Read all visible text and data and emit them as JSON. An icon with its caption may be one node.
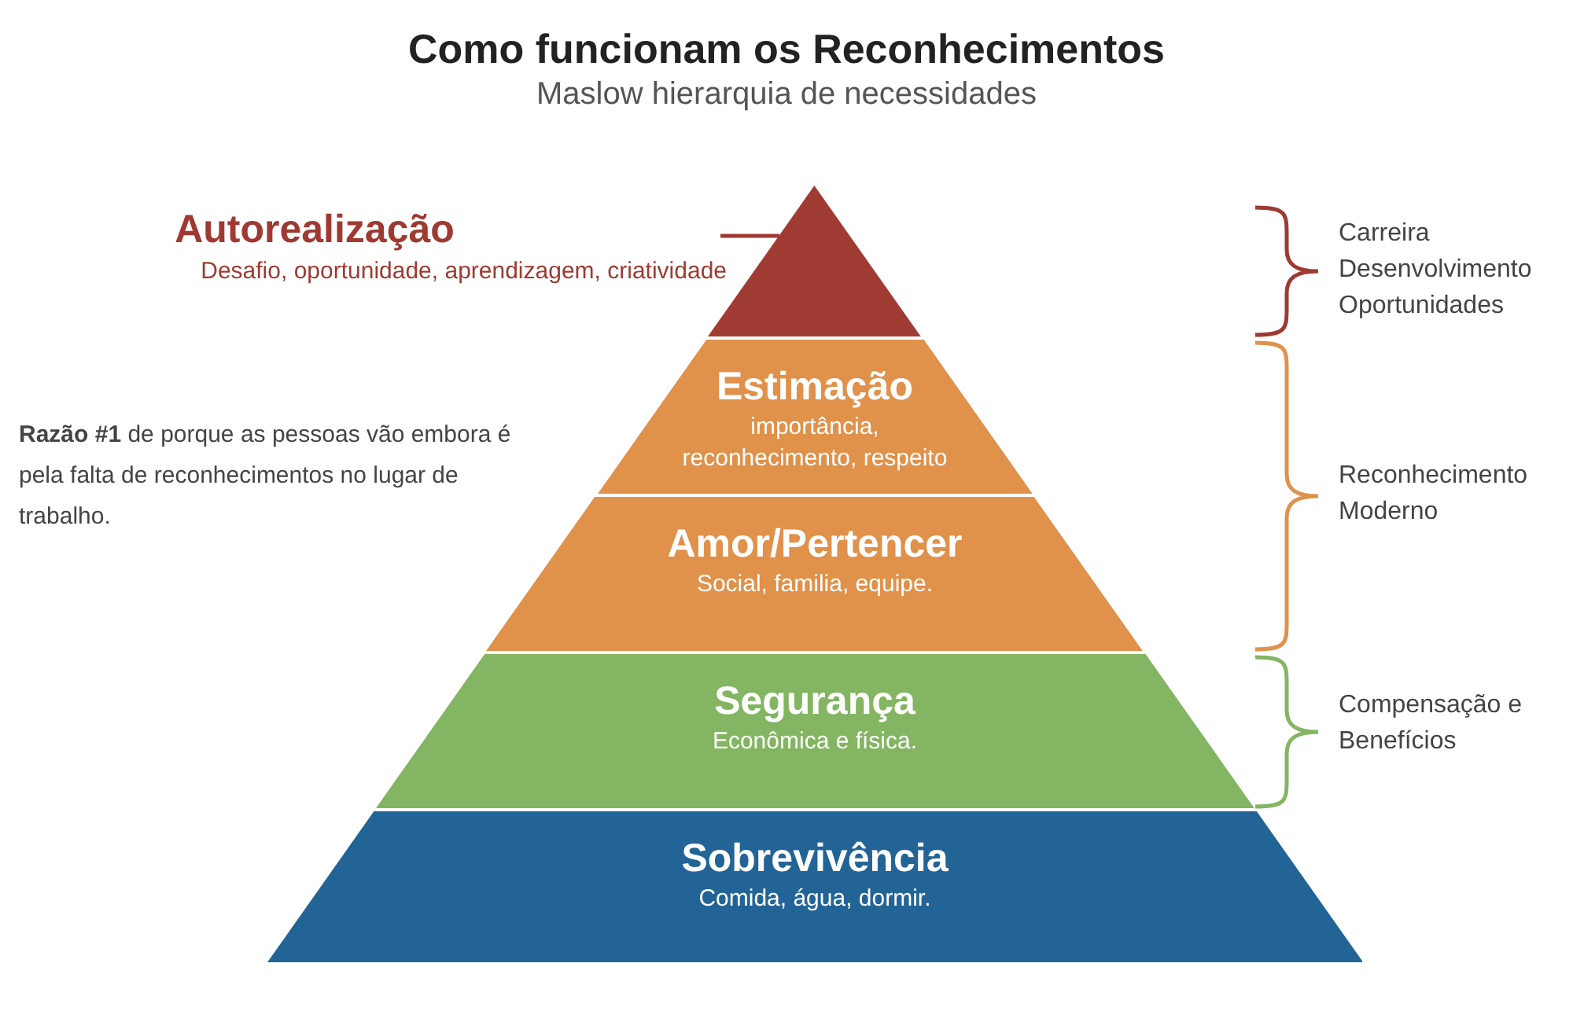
{
  "diagram": {
    "title": "Como funcionam os Reconhecimentos",
    "caption": "Maslow hierarquia de necessidades",
    "nodes": [
      {
        "text": [
          "Autorealização",
          "Desafio, oportunidade, aprendizagem, criatividade"
        ]
      },
      {
        "text": [],
        "shape": "triangle"
      },
      {
        "text": [
          "Estimação",
          "importância, reconhecimento, respeito"
        ]
      },
      {
        "text": [
          "Amor/Pertencer",
          "Social, familia, equipe."
        ]
      },
      {
        "text": [
          "Segurança",
          "Econômica e física."
        ]
      },
      {
        "text": [
          "Sobrevivência",
          "Comida, água, dormir."
        ]
      }
    ],
    "edges": [
      {
        "from": 0,
        "to": 1,
        "arrow": "none"
      }
    ],
    "labels": [
      "**Razão #1** de porque as pessoas vão embora é pela falta de reconhecimentos no lugar de trabalho.",
      "Carreira",
      "Desenvolvimento",
      "Oportunidades",
      "Reconhecimento Moderno",
      "Compensação e Benefícios"
    ]
  }
}
